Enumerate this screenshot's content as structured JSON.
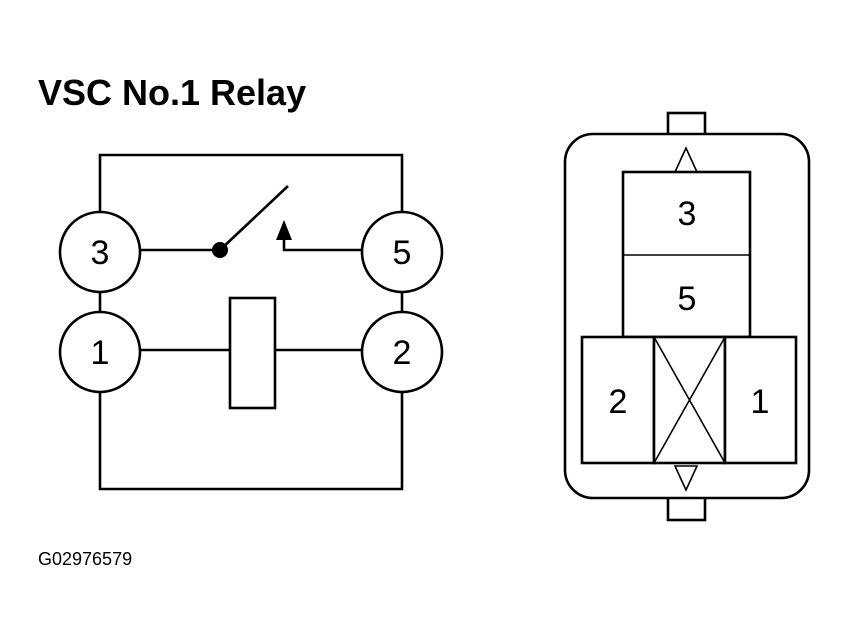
{
  "title": "VSC No.1 Relay",
  "figure_id": "G02976579",
  "schematic": {
    "terminals": [
      {
        "id": "t3",
        "label": "3"
      },
      {
        "id": "t5",
        "label": "5"
      },
      {
        "id": "t1",
        "label": "1"
      },
      {
        "id": "t2",
        "label": "2"
      }
    ]
  },
  "connector": {
    "cells": [
      {
        "id": "c3",
        "label": "3"
      },
      {
        "id": "c5",
        "label": "5"
      },
      {
        "id": "c2",
        "label": "2"
      },
      {
        "id": "c1",
        "label": "1"
      }
    ]
  }
}
